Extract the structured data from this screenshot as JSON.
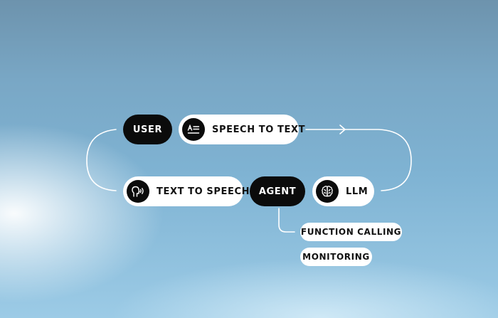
{
  "nodes": {
    "user": "USER",
    "speech_to_text": "SPEECH TO TEXT",
    "text_to_speech": "TEXT TO SPEECH",
    "agent": "AGENT",
    "llm": "LLM",
    "function_calling": "FUNCTION CALLING",
    "monitoring": "MONITORING"
  },
  "icons": {
    "speech_to_text": "text-lines-icon",
    "text_to_speech": "speaking-head-icon",
    "llm": "brain-icon"
  },
  "colors": {
    "pill_dark": "#0b0b0b",
    "pill_light": "#ffffff",
    "connector": "#ffffff"
  }
}
